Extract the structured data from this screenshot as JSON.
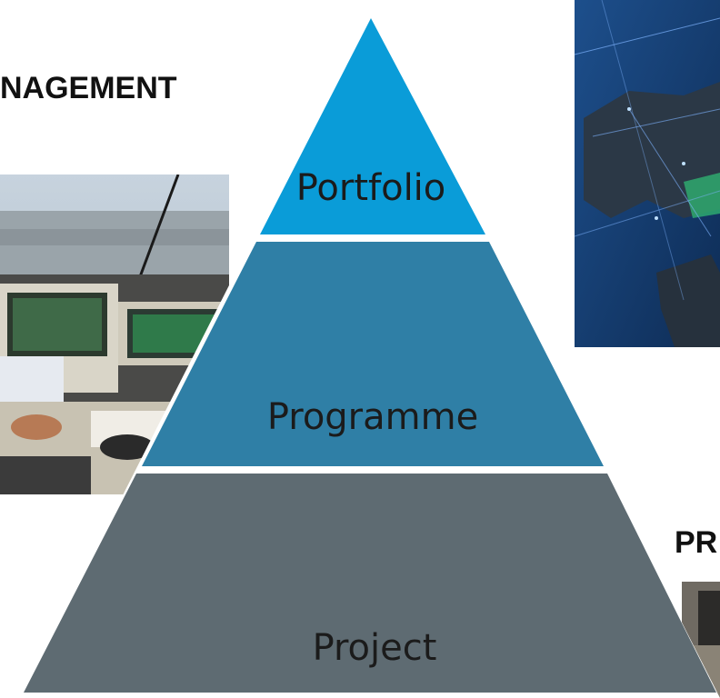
{
  "headings": {
    "left": "NAGEMENT",
    "right": "PR"
  },
  "pyramid": {
    "tiers": [
      {
        "label": "Portfolio",
        "color": "#0a9cd8"
      },
      {
        "label": "Programme",
        "color": "#2f7fa6"
      },
      {
        "label": "Project",
        "color": "#5e6b72"
      }
    ]
  },
  "photos": {
    "control_room": "air-traffic-control-room-photo",
    "world_network": "world-network-map-photo",
    "bottom_right": "partial-photo"
  }
}
